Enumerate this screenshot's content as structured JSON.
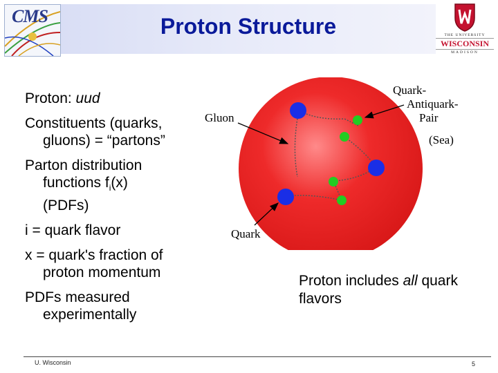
{
  "slide": {
    "title": "Proton Structure",
    "logos": {
      "left": "CMS",
      "right": {
        "line1": "THE UNIVERSITY",
        "line2": "WISCONSIN",
        "line3": "MADISON"
      }
    },
    "bullets": [
      {
        "plain": "Proton: ",
        "italic": "uud"
      },
      {
        "line1": "Constituents (quarks,",
        "line2": "gluons) = “partons”"
      },
      {
        "line1": "Parton distribution",
        "line2a": "functions f",
        "sub": "i",
        "line2b": "(x)",
        "line3": "(PDFs)"
      },
      {
        "text": "i = quark flavor"
      },
      {
        "line1": "x = quark's fraction of",
        "line2": "proton momentum"
      },
      {
        "line1": "PDFs measured",
        "line2": "experimentally"
      }
    ],
    "diagram": {
      "labels": {
        "gluon": "Gluon",
        "quark": "Quark",
        "pair1": "Quark-",
        "pair2": "Antiquark-",
        "pair3": "Pair",
        "sea": "(Sea)"
      },
      "colors": {
        "proton": "#ee2a2a",
        "quark": "#1a2ee6",
        "antiquark": "#22cc22"
      }
    },
    "note": {
      "prefix": "Proton includes ",
      "italic": "all",
      "suffix": " quark flavors"
    },
    "footer": {
      "left": "U. Wisconsin",
      "page": "5"
    }
  }
}
